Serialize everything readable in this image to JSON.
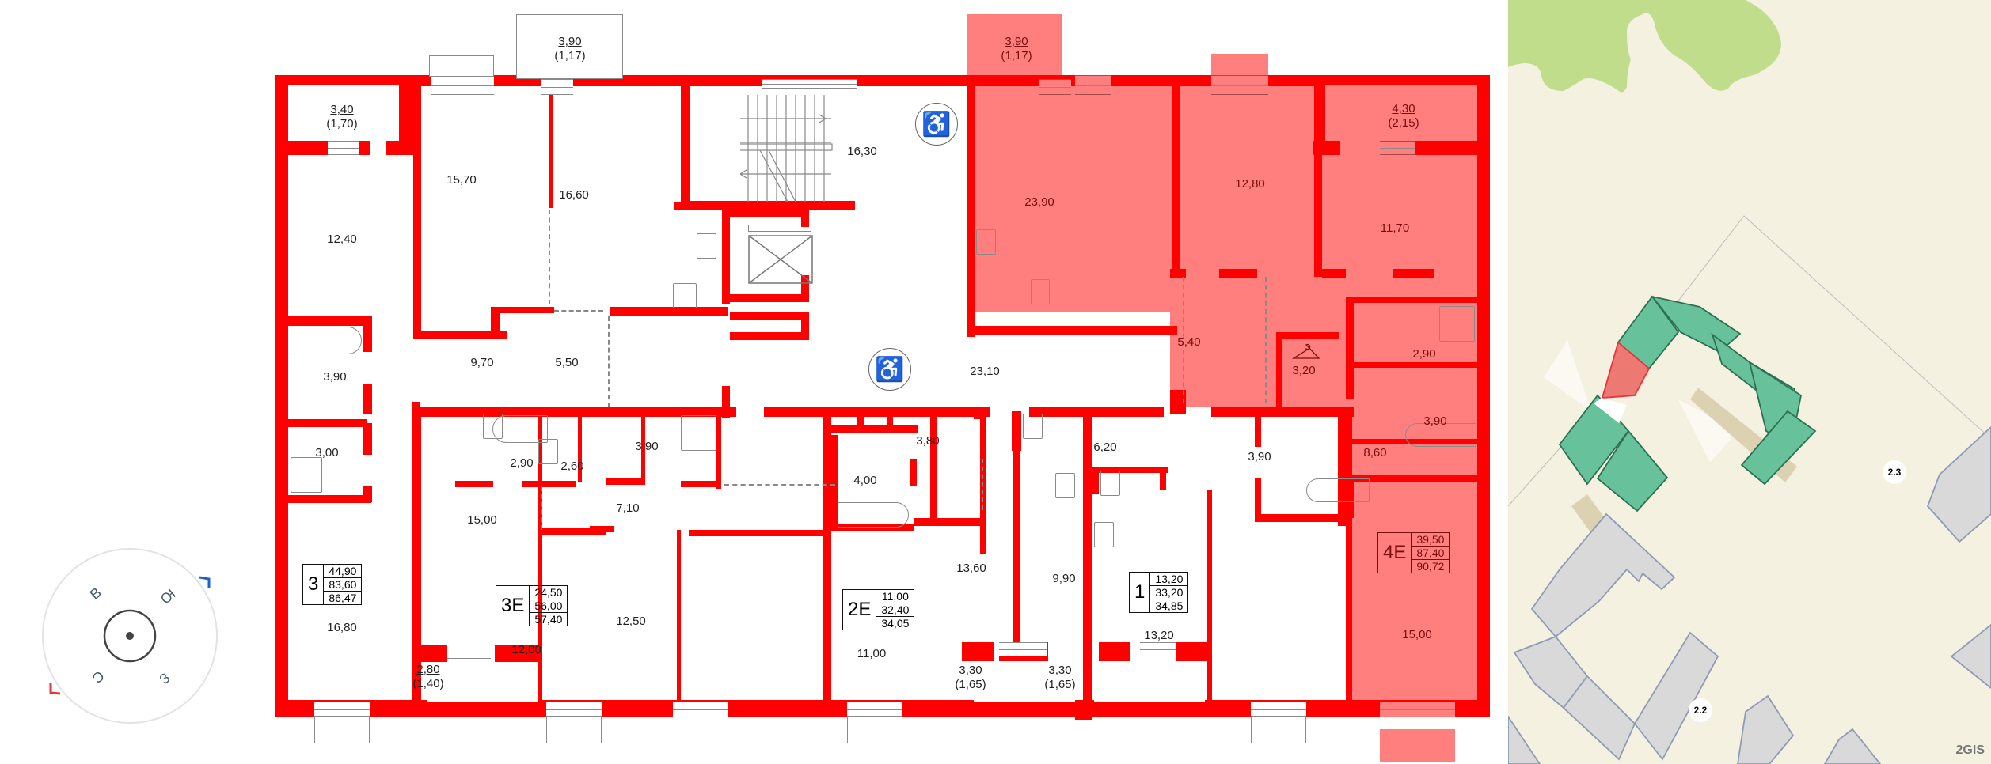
{
  "floor_plan": {
    "selected_apartment": "4E",
    "colors": {
      "wall": "#ff0000",
      "selected_fill": "#ff7f7f",
      "background": "#ffffff"
    },
    "rooms": [
      {
        "id": "r1",
        "area": "12,40"
      },
      {
        "id": "r2",
        "area": "15,70"
      },
      {
        "id": "r3",
        "area": "16,60"
      },
      {
        "id": "r4",
        "area": "16,30"
      },
      {
        "id": "r5",
        "area": "23,90"
      },
      {
        "id": "r6",
        "area": "12,80"
      },
      {
        "id": "r7",
        "area": "11,70"
      },
      {
        "id": "r8",
        "area": "3,90"
      },
      {
        "id": "r9",
        "area": "9,70"
      },
      {
        "id": "r10",
        "area": "5,50"
      },
      {
        "id": "r11",
        "area": "23,10"
      },
      {
        "id": "r12",
        "area": "5,40"
      },
      {
        "id": "r13",
        "area": "3,20"
      },
      {
        "id": "r14",
        "area": "2,90"
      },
      {
        "id": "r15",
        "area": "3,00"
      },
      {
        "id": "r16",
        "area": "15,00"
      },
      {
        "id": "r17",
        "area": "2,90"
      },
      {
        "id": "r18",
        "area": "2,60"
      },
      {
        "id": "r19",
        "area": "3,90"
      },
      {
        "id": "r20",
        "area": "7,10"
      },
      {
        "id": "r21",
        "area": "4,00"
      },
      {
        "id": "r22",
        "area": "3,80"
      },
      {
        "id": "r23",
        "area": "13,60"
      },
      {
        "id": "r24",
        "area": "6,20"
      },
      {
        "id": "r25",
        "area": "3,90"
      },
      {
        "id": "r26",
        "area": "9,90"
      },
      {
        "id": "r27",
        "area": "3,90"
      },
      {
        "id": "r28",
        "area": "8,60"
      },
      {
        "id": "r29",
        "area": "16,80"
      },
      {
        "id": "r30",
        "area": "12,00"
      },
      {
        "id": "r31",
        "area": "12,50"
      },
      {
        "id": "r32",
        "area": "11,00"
      },
      {
        "id": "r33",
        "area": "13,20"
      },
      {
        "id": "r34",
        "area": "15,00"
      }
    ],
    "balconies": [
      {
        "id": "b1",
        "area": "3,40",
        "reduced": "(1,70)"
      },
      {
        "id": "b2",
        "area": "3,90",
        "reduced": "(1,17)"
      },
      {
        "id": "b3",
        "area": "3,90",
        "reduced": "(1,17)"
      },
      {
        "id": "b4",
        "area": "4,30",
        "reduced": "(2,15)"
      },
      {
        "id": "b5",
        "area": "2,80",
        "reduced": "(1,40)"
      },
      {
        "id": "b6",
        "area": "3,30",
        "reduced": "(1,65)"
      },
      {
        "id": "b7",
        "area": "3,30",
        "reduced": "(1,65)"
      }
    ],
    "apartments": [
      {
        "type": "3",
        "living": "44,90",
        "total": "83,60",
        "total_with_balcony": "86,47"
      },
      {
        "type": "3E",
        "living": "24,50",
        "total": "56,00",
        "total_with_balcony": "57,40"
      },
      {
        "type": "2E",
        "living": "11,00",
        "total": "32,40",
        "total_with_balcony": "34,05"
      },
      {
        "type": "1",
        "living": "13,20",
        "total": "33,20",
        "total_with_balcony": "34,85"
      },
      {
        "type": "4E",
        "living": "39,50",
        "total": "87,40",
        "total_with_balcony": "90,72"
      }
    ],
    "icons": [
      "wheelchair-icon",
      "wheelchair-icon",
      "hanger-icon",
      "elevator-icon",
      "staircase-icon"
    ]
  },
  "compass": {
    "labels": {
      "north": "С",
      "east": "В",
      "south": "Ю",
      "west": "З"
    },
    "colors": {
      "north_marker": "#e8343a",
      "south_marker": "#1e5fd6",
      "ring": "#e3e3e3"
    }
  },
  "map": {
    "colors": {
      "ground": "#f4f1e1",
      "park": "#bfdd8a",
      "building_current": "#67c29b",
      "building_selected": "#ec7a72",
      "building_other": "#d9d9d9"
    },
    "labels": [
      {
        "id": "house-2-3",
        "text": "2.3"
      },
      {
        "id": "house-2-2",
        "text": "2.2"
      }
    ],
    "attribution": "2GIS"
  }
}
